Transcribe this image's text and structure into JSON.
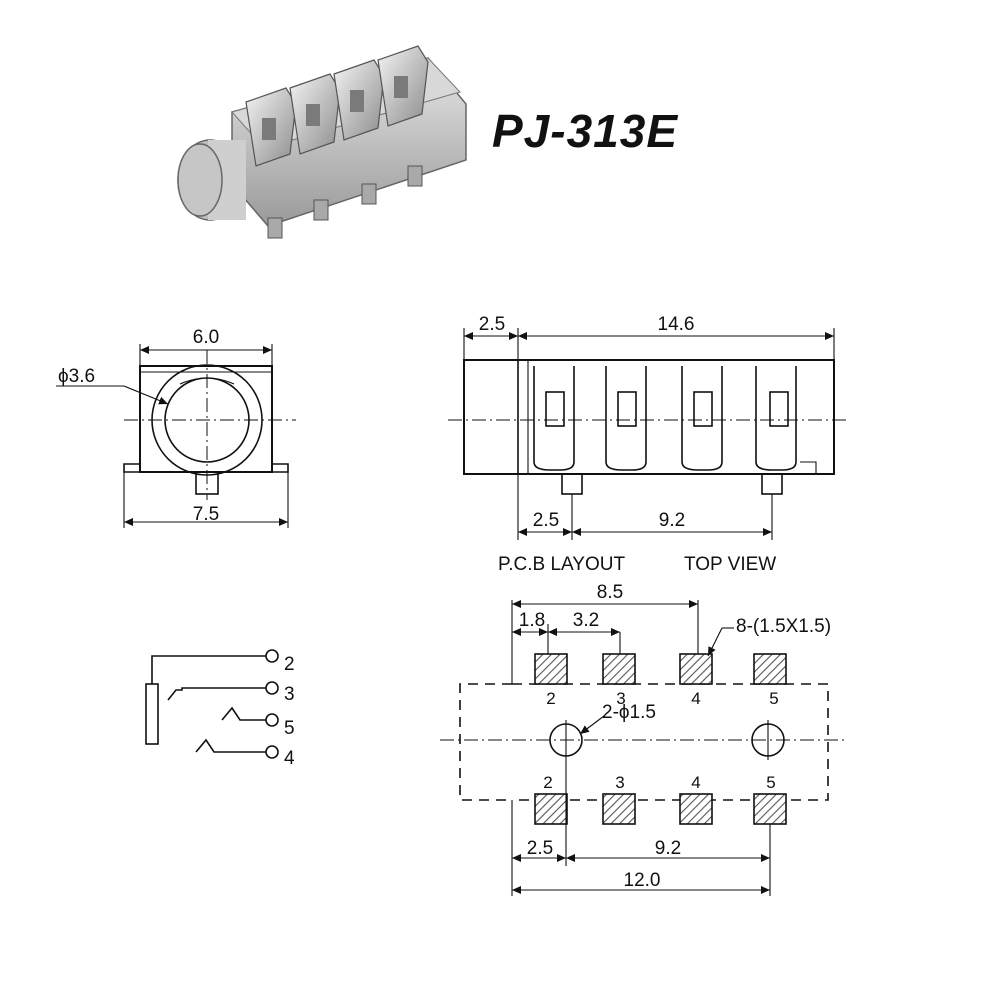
{
  "part_number": "PJ-313E",
  "front_view": {
    "width_top": "6.0",
    "width_bottom": "7.5",
    "bore_diameter": "ϕ3.6"
  },
  "side_view": {
    "offset": "2.5",
    "length": "14.6",
    "pin_offset": "2.5",
    "pin_pitch": "9.2"
  },
  "pcb": {
    "title": "P.C.B LAYOUT",
    "title2": "TOP VIEW",
    "dim_total_top": "8.5",
    "dim_a": "1.8",
    "dim_b": "3.2",
    "pad_note": "8-(1.5X1.5)",
    "hole_note": "2-ϕ1.5",
    "top_pins": [
      "2",
      "3",
      "4",
      "5"
    ],
    "bottom_pins": [
      "2",
      "3",
      "4",
      "5"
    ],
    "dim_left": "2.5",
    "dim_pitch": "9.2",
    "dim_total": "12.0"
  },
  "schematic": {
    "pins": [
      "2",
      "3",
      "5",
      "4"
    ]
  }
}
